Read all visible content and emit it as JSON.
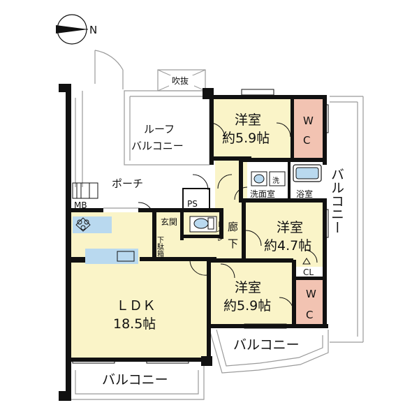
{
  "compass": {
    "label": "N",
    "icon": "north-arrow-icon"
  },
  "colors": {
    "room": "#faf4c8",
    "closet": "#f2c3b2",
    "kitchen": "#b9d9ef",
    "wall": "#111111",
    "outline": "#9a9a9a"
  },
  "labels": {
    "fukinuke": "吹抜",
    "roof_balcony_1": "ルーフ",
    "roof_balcony_2": "バルコニー",
    "porch": "ポーチ",
    "mb": "MB",
    "ps": "PS",
    "genkan": "玄関",
    "getabako": "下駄箱",
    "toilet": "トイレ",
    "rouka_1": "廊",
    "rouka_2": "下",
    "bedroom1_name": "洋室",
    "bedroom1_size": "約5.9帖",
    "wic1_a": "W",
    "wic1_b": "C",
    "washroom": "洗面室",
    "washer": "洗",
    "bathroom": "浴室",
    "bedroom2_name": "洋室",
    "bedroom2_size": "約4.7帖",
    "cl": "CL",
    "bedroom3_name": "洋室",
    "bedroom3_size": "約5.9帖",
    "wic2_a": "W",
    "wic2_b": "C",
    "ldk_name": "ＬＤＫ",
    "ldk_size": "18.5帖",
    "balcony_east": "バルコニー",
    "balcony_south": "バルコニー",
    "balcony_ldk": "バルコニー"
  }
}
